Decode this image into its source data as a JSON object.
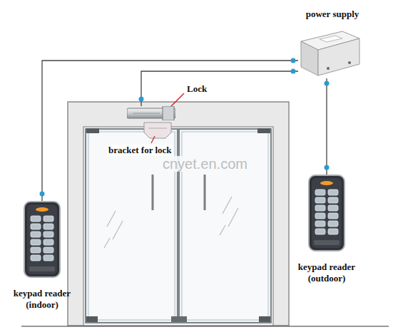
{
  "diagram": {
    "nodes": [
      {
        "text": [
          "power supply"
        ]
      },
      {
        "text": [
          "Lock"
        ]
      },
      {
        "text": [
          "keypad reader (indoor)"
        ]
      },
      {
        "text": [
          "keypad reader (outdoor)"
        ]
      }
    ],
    "edges": [
      {
        "from": 0,
        "to": 1,
        "arrow": "none"
      },
      {
        "from": 0,
        "to": 2,
        "arrow": "none"
      },
      {
        "from": 0,
        "to": 3,
        "arrow": "none"
      }
    ],
    "labels": [
      "bracket for lock",
      "cnyet.en.com"
    ]
  }
}
